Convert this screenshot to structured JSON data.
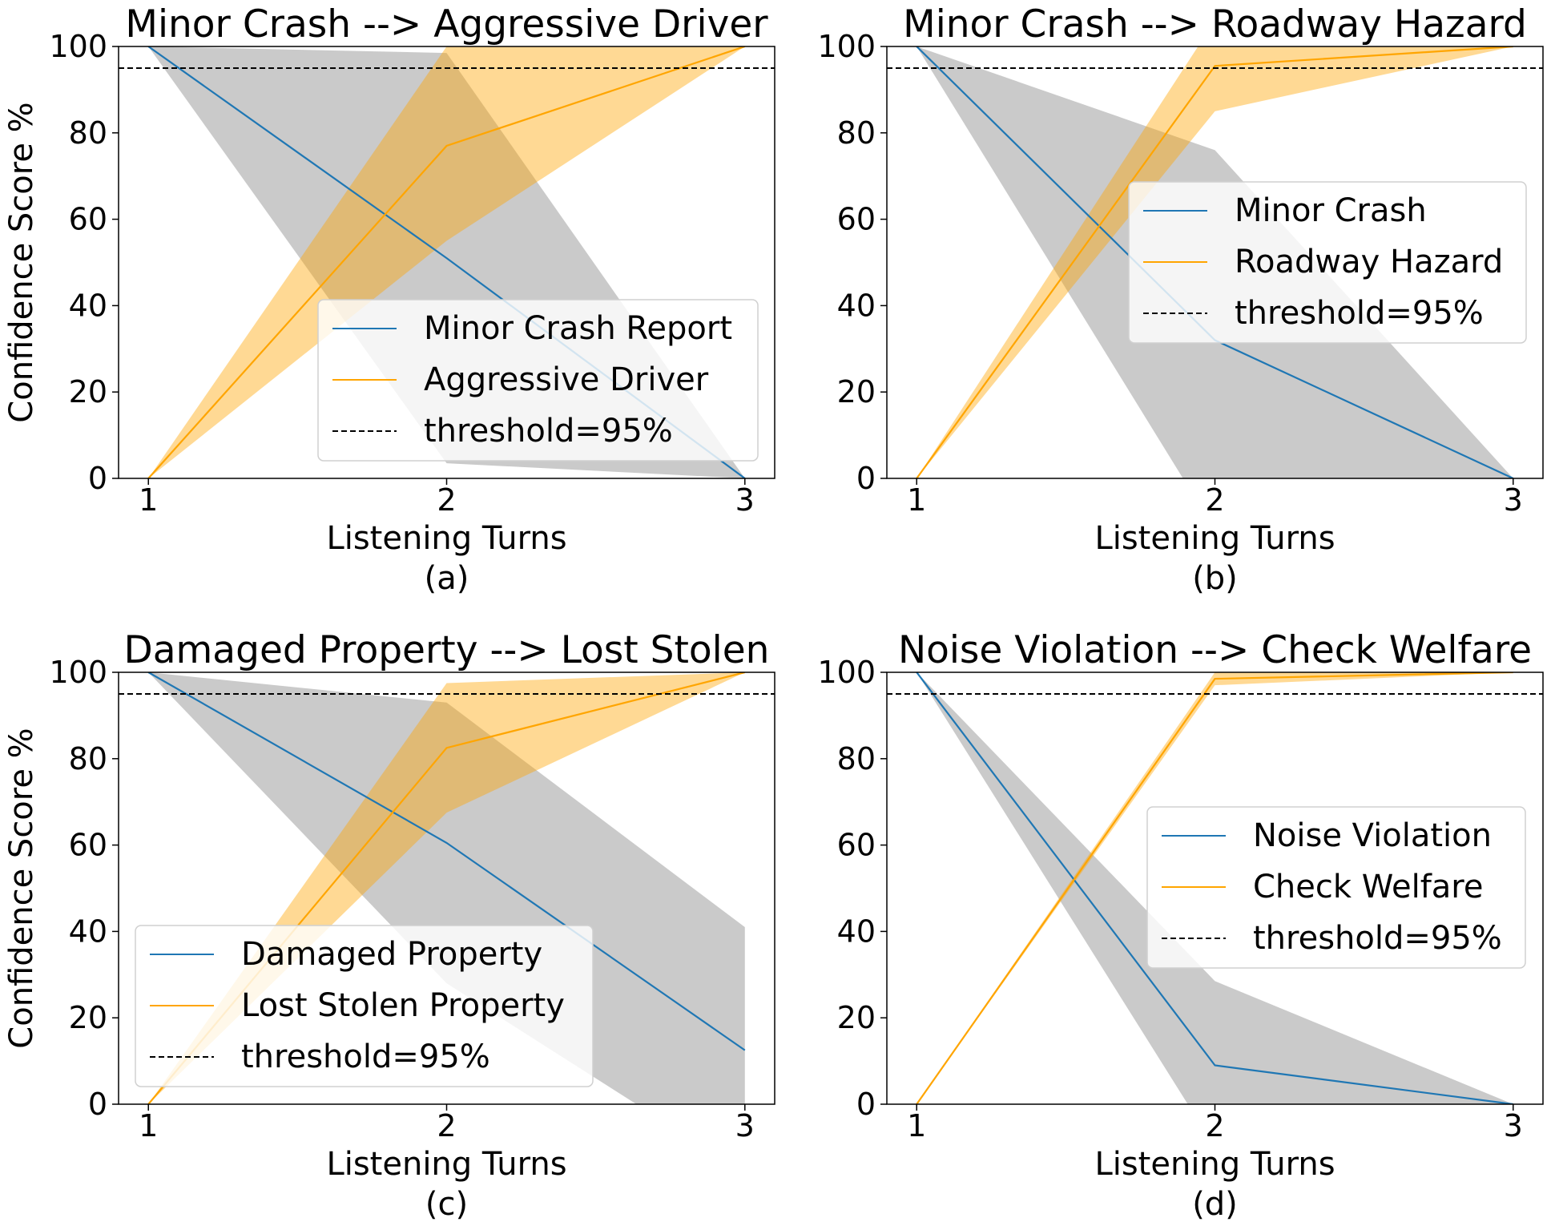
{
  "figure": {
    "common": {
      "ylabel": "Confidence Score %",
      "xlabel": "Listening Turns",
      "x_ticks": [
        1,
        2,
        3
      ],
      "y_ticks": [
        0,
        20,
        40,
        60,
        80,
        100
      ],
      "ylim": [
        0,
        100
      ],
      "xlim": [
        0.9,
        3.1
      ],
      "threshold": 95,
      "threshold_label": "threshold=95%",
      "colors": {
        "series_a": "#1f77b4",
        "series_b": "#ffa500",
        "band_a": "#808080",
        "band_b": "#ffa500",
        "threshold": "#000000"
      }
    }
  },
  "chart_data": [
    {
      "type": "line",
      "title": "Minor Crash --> Aggressive Driver",
      "caption": "(a)",
      "legend_position": "lower-right",
      "x": [
        1,
        2,
        3
      ],
      "series": [
        {
          "name": "Minor Crash Report",
          "values": [
            100,
            51,
            0
          ],
          "band_low": [
            100,
            3.5,
            0
          ],
          "band_high": [
            100,
            98.5,
            0
          ],
          "color": "#1f77b4"
        },
        {
          "name": "Aggressive Driver",
          "values": [
            0,
            77,
            100
          ],
          "band_low": [
            0,
            55,
            100
          ],
          "band_high": [
            0,
            100,
            100
          ],
          "color": "#ffa500"
        }
      ]
    },
    {
      "type": "line",
      "title": "Minor Crash --> Roadway Hazard",
      "caption": "(b)",
      "legend_position": "center-right",
      "x": [
        1,
        2,
        3
      ],
      "series": [
        {
          "name": "Minor Crash",
          "values": [
            100,
            32,
            0
          ],
          "band_low": [
            100,
            -12,
            0
          ],
          "band_high": [
            100,
            76,
            0
          ],
          "color": "#1f77b4"
        },
        {
          "name": "Roadway Hazard",
          "values": [
            0,
            95.5,
            100
          ],
          "band_low": [
            0,
            85,
            100
          ],
          "band_high": [
            0,
            106,
            100
          ],
          "color": "#ffa500"
        }
      ]
    },
    {
      "type": "line",
      "title": "Damaged Property --> Lost Stolen",
      "caption": "(c)",
      "legend_position": "lower-left",
      "x": [
        1,
        2,
        3
      ],
      "series": [
        {
          "name": "Damaged Property",
          "values": [
            100,
            60.5,
            12.5
          ],
          "band_low": [
            100,
            28,
            -16
          ],
          "band_high": [
            100,
            93,
            41
          ],
          "color": "#1f77b4"
        },
        {
          "name": "Lost Stolen Property",
          "values": [
            0,
            82.5,
            100
          ],
          "band_low": [
            0,
            67.5,
            100
          ],
          "band_high": [
            0,
            97.5,
            100
          ],
          "color": "#ffa500"
        }
      ]
    },
    {
      "type": "line",
      "title": "Noise Violation --> Check Welfare",
      "caption": "(d)",
      "legend_position": "center-right",
      "x": [
        1,
        2,
        3
      ],
      "series": [
        {
          "name": "Noise Violation",
          "values": [
            100,
            9,
            0
          ],
          "band_low": [
            100,
            -10,
            0
          ],
          "band_high": [
            100,
            28.5,
            0
          ],
          "color": "#1f77b4"
        },
        {
          "name": "Check Welfare",
          "values": [
            0,
            98.5,
            100
          ],
          "band_low": [
            0,
            97,
            100
          ],
          "band_high": [
            0,
            100,
            100
          ],
          "color": "#ffa500"
        }
      ]
    }
  ]
}
